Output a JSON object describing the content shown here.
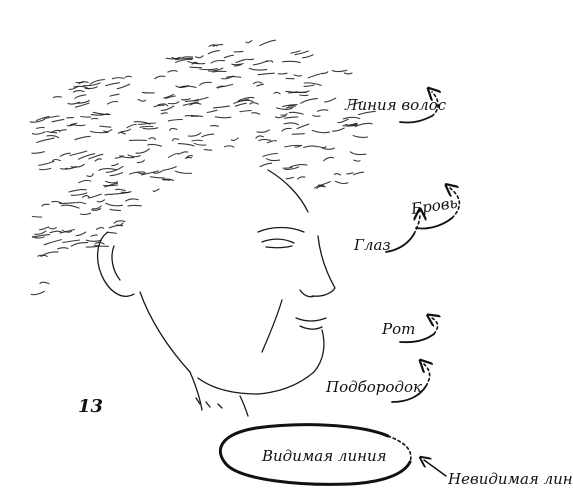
{
  "figure_number": "13",
  "labels": {
    "hair_line": "Линия волос",
    "eyebrow": "Бровь",
    "eye": "Глаз",
    "mouth": "Рот",
    "chin": "Подбородок",
    "visible_line": "Видимая линия",
    "invisible_line": "Невидимая линия"
  }
}
